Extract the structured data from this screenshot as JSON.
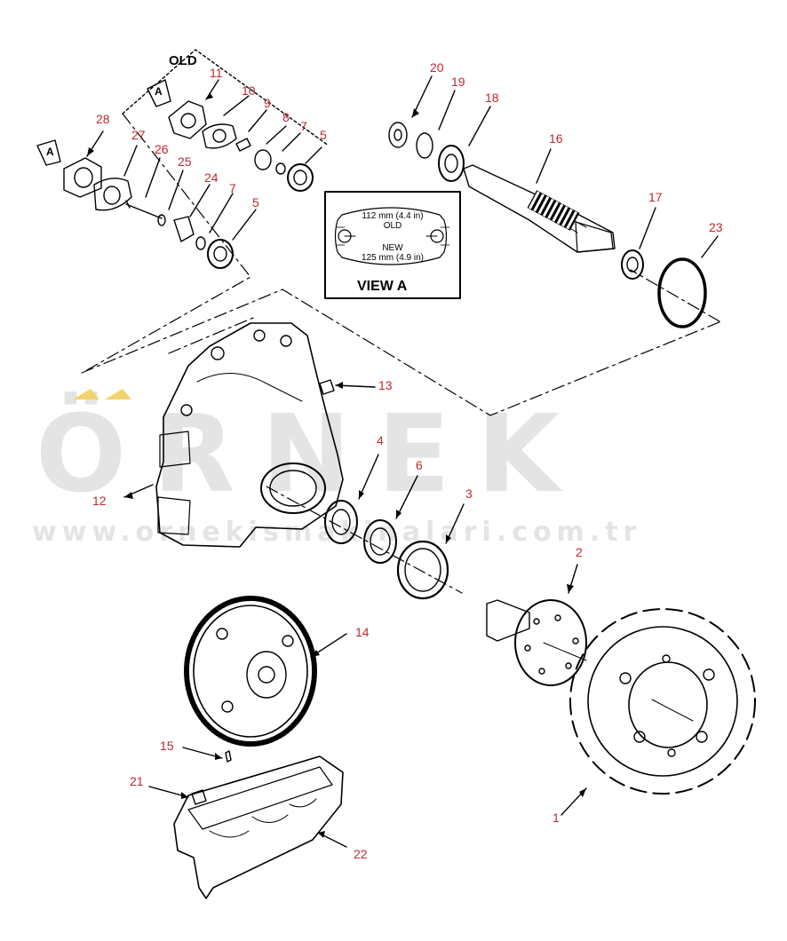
{
  "watermark": {
    "brand": "ÖRNEK",
    "url": "www.ornekismakinalari.com.tr"
  },
  "old_label": "OLD",
  "view_marker": "A",
  "view_a": {
    "title": "VIEW A",
    "old_dim": "112 mm (4.4 in)",
    "old_label": "OLD",
    "new_label": "NEW",
    "new_dim": "125 mm (4.9 in)"
  },
  "callouts": [
    "1",
    "2",
    "3",
    "4",
    "5",
    "6",
    "7",
    "8",
    "9",
    "10",
    "11",
    "12",
    "13",
    "14",
    "15",
    "16",
    "17",
    "18",
    "19",
    "20",
    "21",
    "22",
    "23",
    "24",
    "25",
    "26",
    "27",
    "28",
    "5",
    "7"
  ],
  "colors": {
    "callout": "#c0282d",
    "watermark": "#e4e4e4",
    "accent": "#f2d46a",
    "line": "#000000"
  }
}
